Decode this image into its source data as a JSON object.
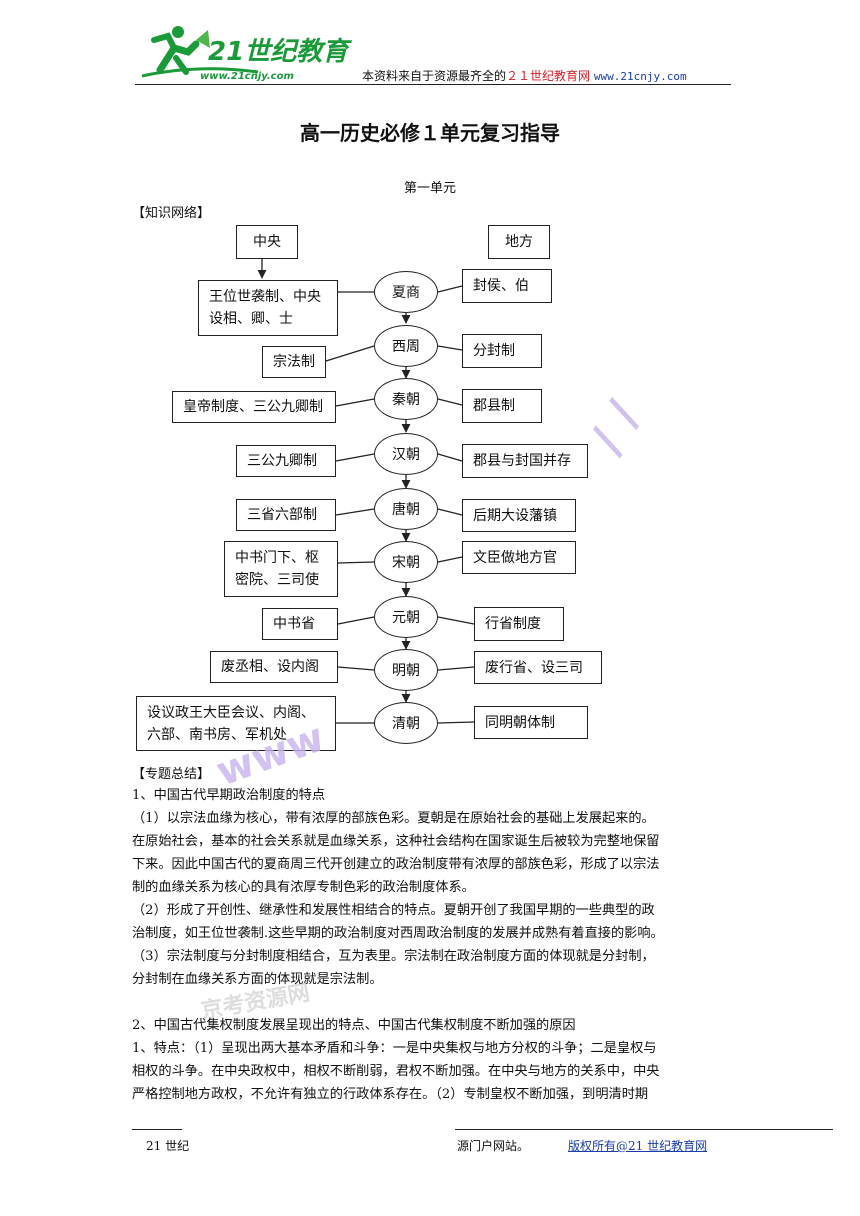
{
  "header": {
    "logo_text": "21世纪教育",
    "logo_url": "www.21cnjy.com",
    "note_prefix": "本资料来自于资源最齐全的",
    "note_site": "２１世纪教育网",
    "note_url": "www.21cnjy.com"
  },
  "doc_title": "高一历史必修１单元复习指导",
  "unit_title": "第一单元",
  "section_network": "【知识网络】",
  "diagram": {
    "top_left": "中央",
    "top_right": "地方",
    "rows": [
      {
        "dynasty": "夏商",
        "left": [
          "王位世袭制、中央",
          "设相、卿、士"
        ],
        "right": "封侯、伯"
      },
      {
        "dynasty": "西周",
        "left": [
          "宗法制"
        ],
        "right": "分封制"
      },
      {
        "dynasty": "秦朝",
        "left": [
          "皇帝制度、三公九卿制"
        ],
        "right": "郡县制"
      },
      {
        "dynasty": "汉朝",
        "left": [
          "三公九卿制"
        ],
        "right": "郡县与封国并存"
      },
      {
        "dynasty": "唐朝",
        "left": [
          "三省六部制"
        ],
        "right": "后期大设藩镇"
      },
      {
        "dynasty": "宋朝",
        "left": [
          "中书门下、枢",
          "密院、三司使"
        ],
        "right": "文臣做地方官"
      },
      {
        "dynasty": "元朝",
        "left": [
          "中书省"
        ],
        "right": "行省制度"
      },
      {
        "dynasty": "明朝",
        "left": [
          "废丞相、设内阁"
        ],
        "right": "废行省、设三司"
      },
      {
        "dynasty": "清朝",
        "left": [
          "设议政王大臣会议、内阁、",
          "六部、南书房、军机处"
        ],
        "right": "同明朝体制"
      }
    ]
  },
  "section_summary": "【专题总结】",
  "body": {
    "h1": "1、中国古代早期政治制度的特点",
    "p1": [
      "（1）以宗法血缘为核心，带有浓厚的部族色彩。夏朝是在原始社会的基础上发展起来的。",
      "在原始社会，基本的社会关系就是血缘关系，这种社会结构在国家诞生后被较为完整地保留",
      "下来。因此中国古代的夏商周三代开创建立的政治制度带有浓厚的部族色彩，形成了以宗法",
      "制的血缘关系为核心的具有浓厚专制色彩的政治制度体系。"
    ],
    "p2": [
      "（2）形成了开创性、继承性和发展性相结合的特点。夏朝开创了我国早期的一些典型的政",
      "治制度，如王位世袭制.这些早期的政治制度对西周政治制度的发展并成熟有着直接的影响。"
    ],
    "p3": [
      "（3）宗法制度与分封制度相结合，互为表里。宗法制在政治制度方面的体现就是分封制，",
      "分封制在血缘关系方面的体现就是宗法制。"
    ],
    "h2": "2、中国古代集权制度发展呈现出的特点、中国古代集权制度不断加强的原因",
    "p4": [
      "1、特点：（1）呈现出两大基本矛盾和斗争：一是中央集权与地方分权的斗争；二是皇权与",
      "相权的斗争。在中央政权中，相权不断削弱，君权不断加强。在中央与地方的关系中，中央",
      "严格控制地方政权，不允许有独立的行政体系存在。（2）专制皇权不断加强，到明清时期"
    ]
  },
  "watermarks": {
    "mark1": "www",
    "mark2": "京考资源网"
  },
  "footer": {
    "left": "21 世纪",
    "mid": "源门户网站。",
    "right": "版权所有@21 世纪教育网"
  }
}
